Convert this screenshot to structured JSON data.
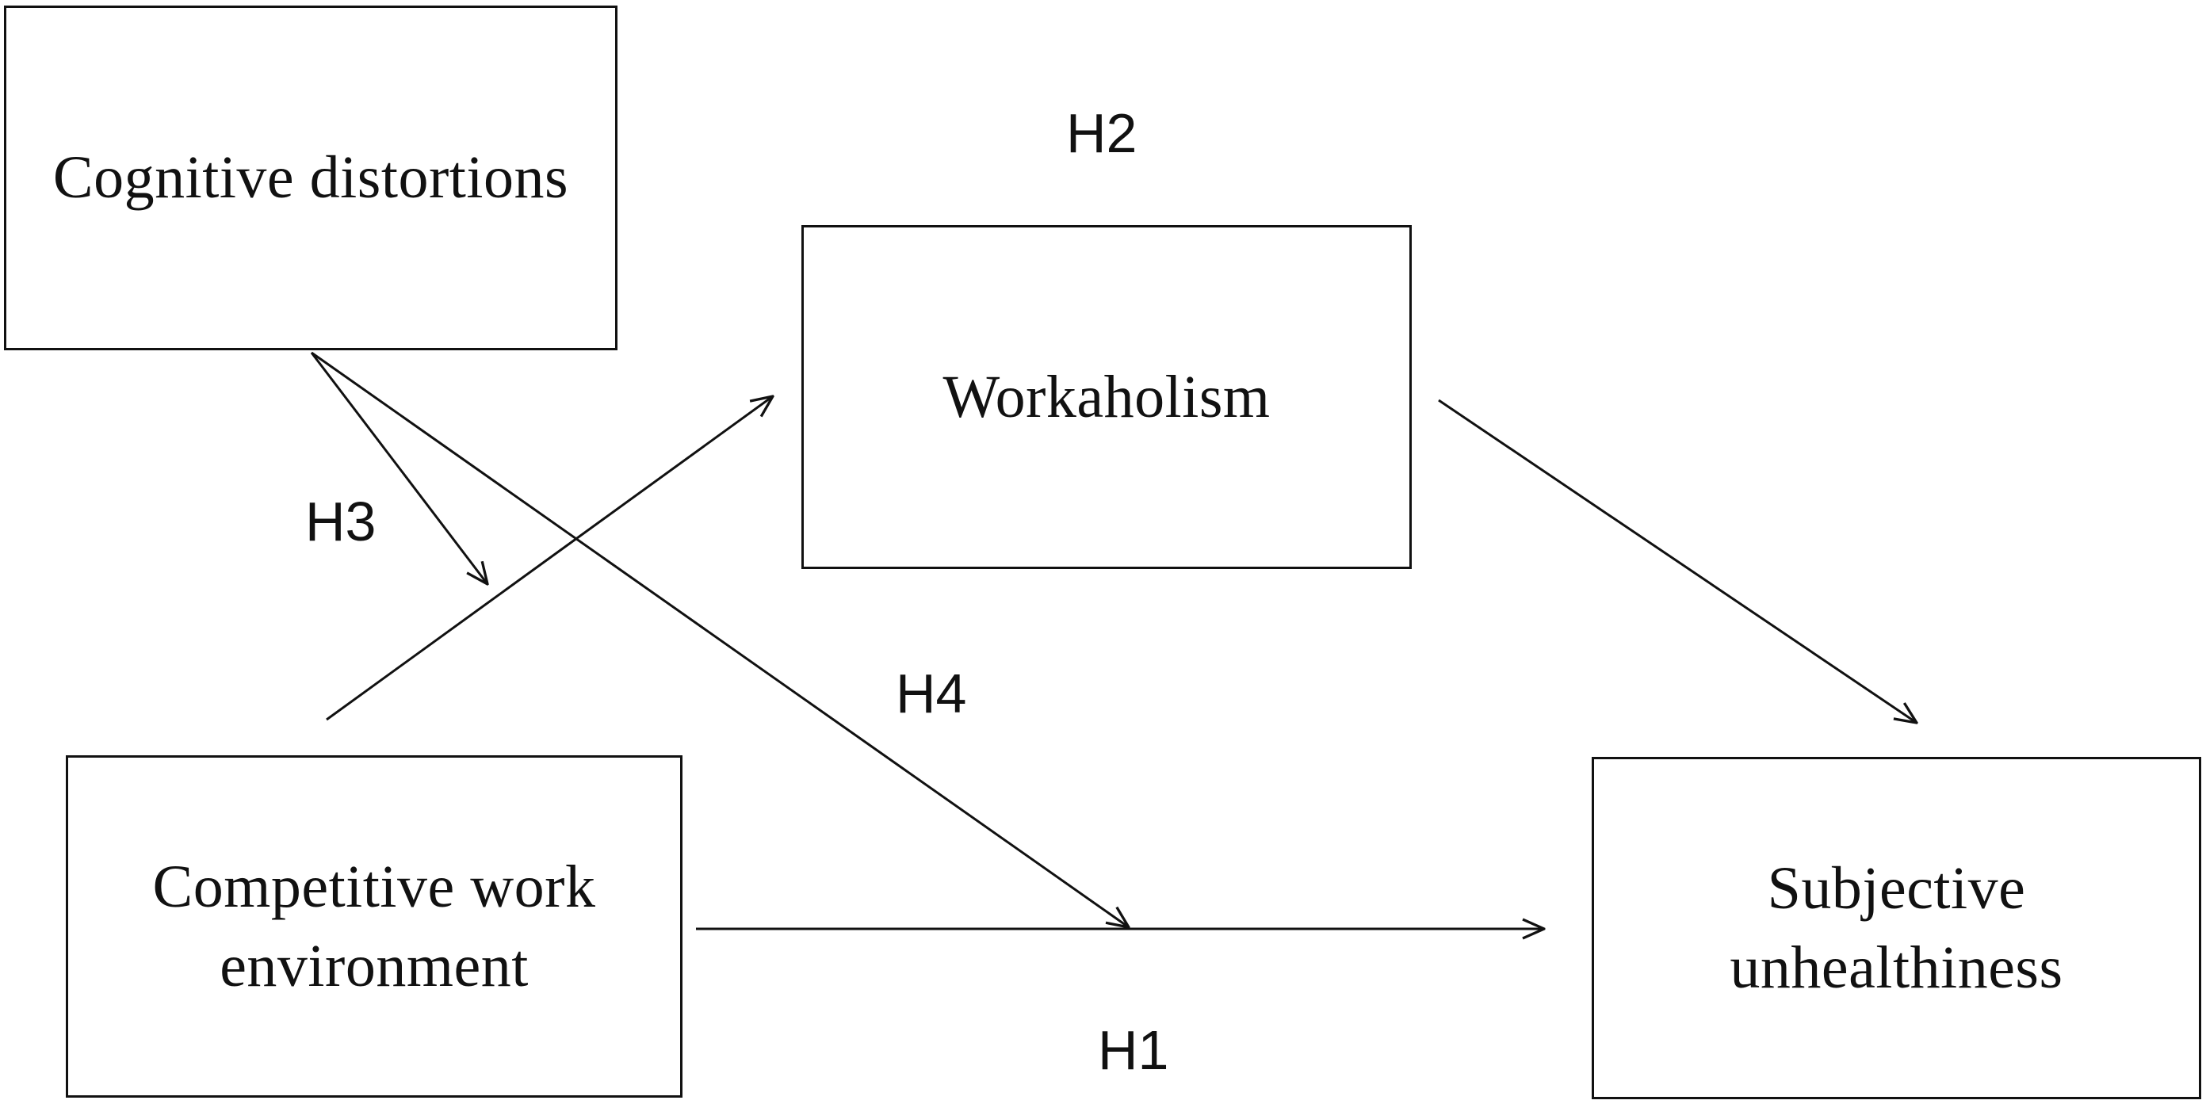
{
  "boxes": {
    "cognitive_distortions": {
      "label": "Cognitive distortions"
    },
    "workaholism": {
      "label": "Workaholism"
    },
    "competitive_work_environment": {
      "line1": "Competitive work",
      "line2": "environment"
    },
    "subjective_unhealthiness": {
      "line1": "Subjective",
      "line2": "unhealthiness"
    }
  },
  "hypotheses": {
    "h1": "H1",
    "h2": "H2",
    "h3": "H3",
    "h4": "H4"
  },
  "colors": {
    "line": "#111111",
    "background": "#ffffff"
  }
}
